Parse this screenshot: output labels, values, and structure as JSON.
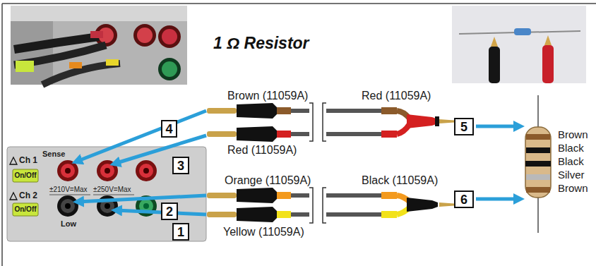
{
  "diagram": {
    "title": "1 Ω Resistor",
    "nodes": [
      {
        "text": [
          "4"
        ]
      },
      {
        "text": [
          "3"
        ]
      },
      {
        "text": [
          "2"
        ]
      },
      {
        "text": [
          "1"
        ]
      },
      {
        "text": [
          "5"
        ]
      },
      {
        "text": [
          "6"
        ]
      }
    ],
    "labels": [
      "Brown (11059A)",
      "Red (11059A)",
      "Red (11059A)",
      "Orange (11059A)",
      "Black (11059A)",
      "Yellow (11059A)",
      "Brown",
      "Black",
      "Black",
      "Silver",
      "Brown",
      "Ch 1",
      "Sense",
      "On/Off",
      "Ch 2",
      "On/Off",
      "±210V=Max",
      "±250V=Max",
      "Low"
    ]
  }
}
